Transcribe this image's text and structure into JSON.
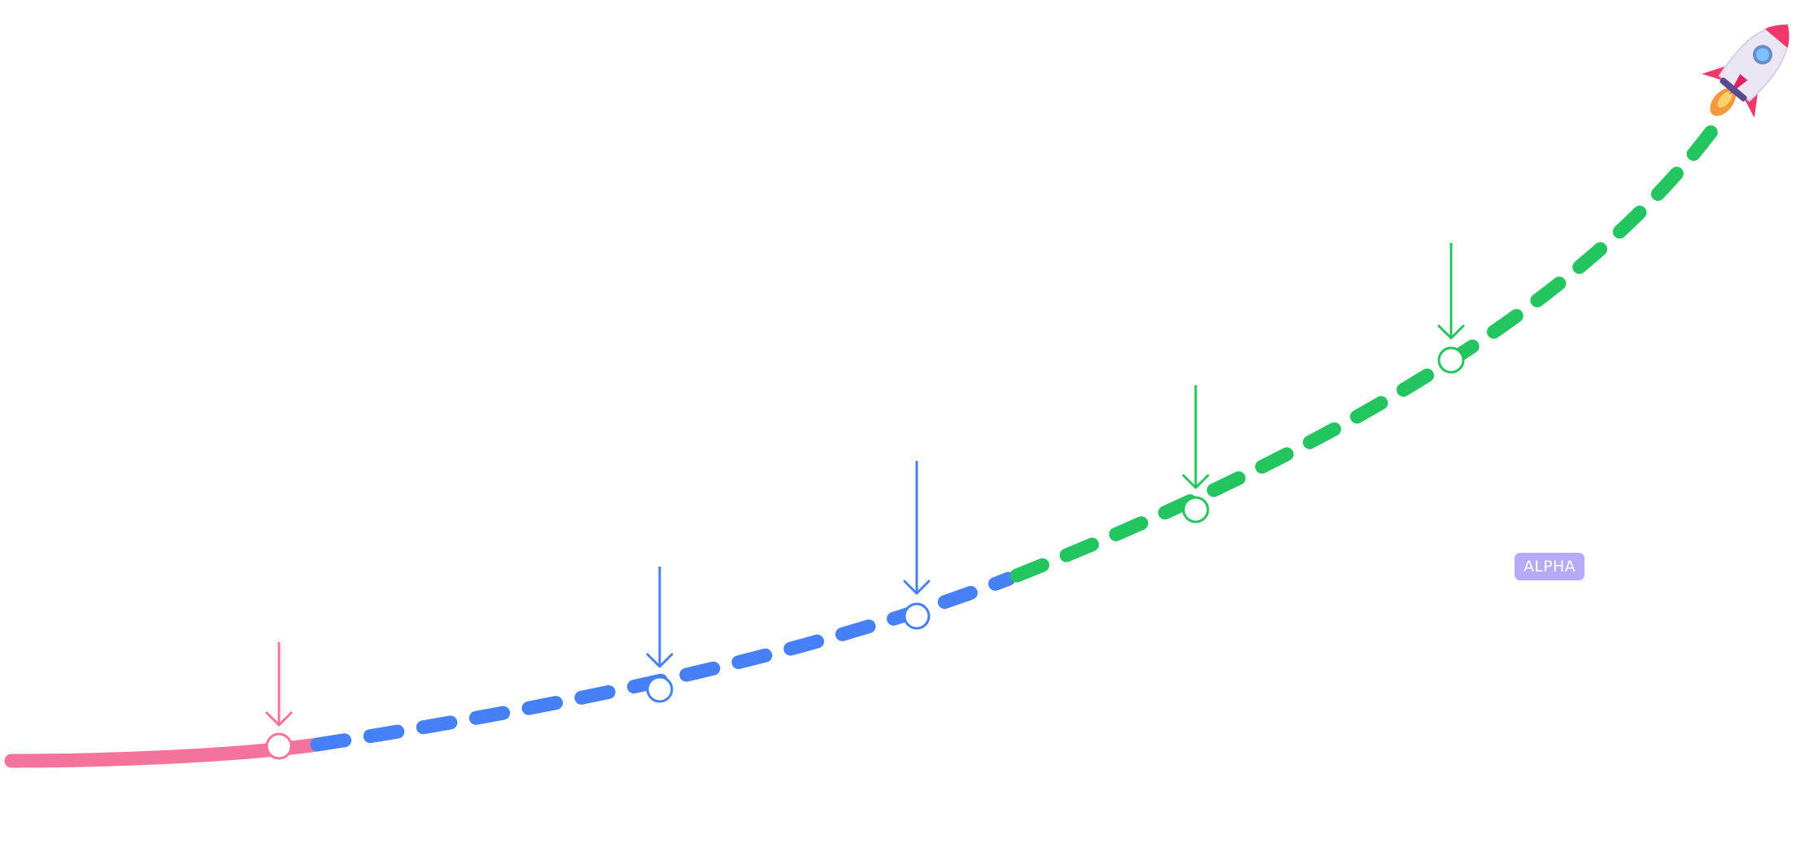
{
  "badge": {
    "label": "ALPHA",
    "color": "#b7aaf8"
  },
  "stages": [
    {
      "name": "pink",
      "style": "solid",
      "color": "#f4739a"
    },
    {
      "name": "blue",
      "style": "dashed",
      "color": "#4680f6"
    },
    {
      "name": "green",
      "style": "dashed",
      "color": "#22c55e"
    }
  ],
  "milestones": [
    {
      "stage": "pink",
      "color": "#f4739a"
    },
    {
      "stage": "blue",
      "color": "#4680f6"
    },
    {
      "stage": "blue",
      "color": "#4680f6"
    },
    {
      "stage": "green",
      "color": "#22c55e"
    },
    {
      "stage": "green",
      "color": "#22c55e"
    }
  ],
  "icons": {
    "endpoint": "rocket-icon",
    "marker": "down-arrow-icon"
  }
}
